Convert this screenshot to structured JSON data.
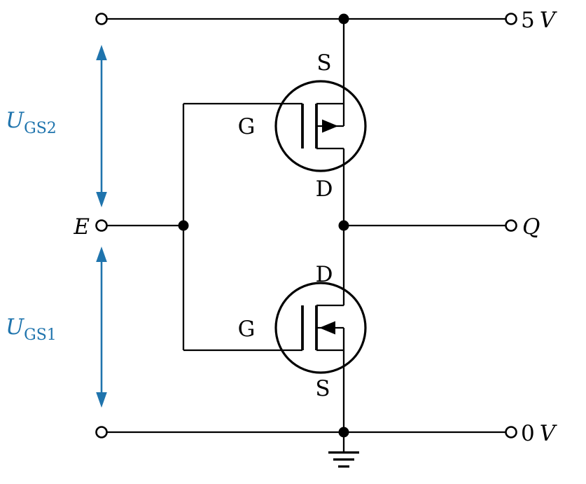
{
  "diagram": {
    "colors": {
      "wire": "#000000",
      "annotation_blue": "#1f74ad",
      "background": "#ffffff"
    },
    "rails": {
      "top": {
        "value": "5",
        "unit": "V"
      },
      "bottom": {
        "value": "0",
        "unit": "V"
      }
    },
    "ports": {
      "input": "E",
      "output": "Q"
    },
    "voltage_arrows": {
      "ugs2": {
        "base": "U",
        "sub": "GS2"
      },
      "ugs1": {
        "base": "U",
        "sub": "GS1"
      }
    },
    "transistors": {
      "pmos": {
        "symbol": "p-channel-mosfet-icon",
        "source": "S",
        "gate": "G",
        "drain": "D"
      },
      "nmos": {
        "symbol": "n-channel-mosfet-icon",
        "drain": "D",
        "gate": "G",
        "source": "S"
      }
    },
    "ground_symbol": "earth-ground-icon"
  }
}
